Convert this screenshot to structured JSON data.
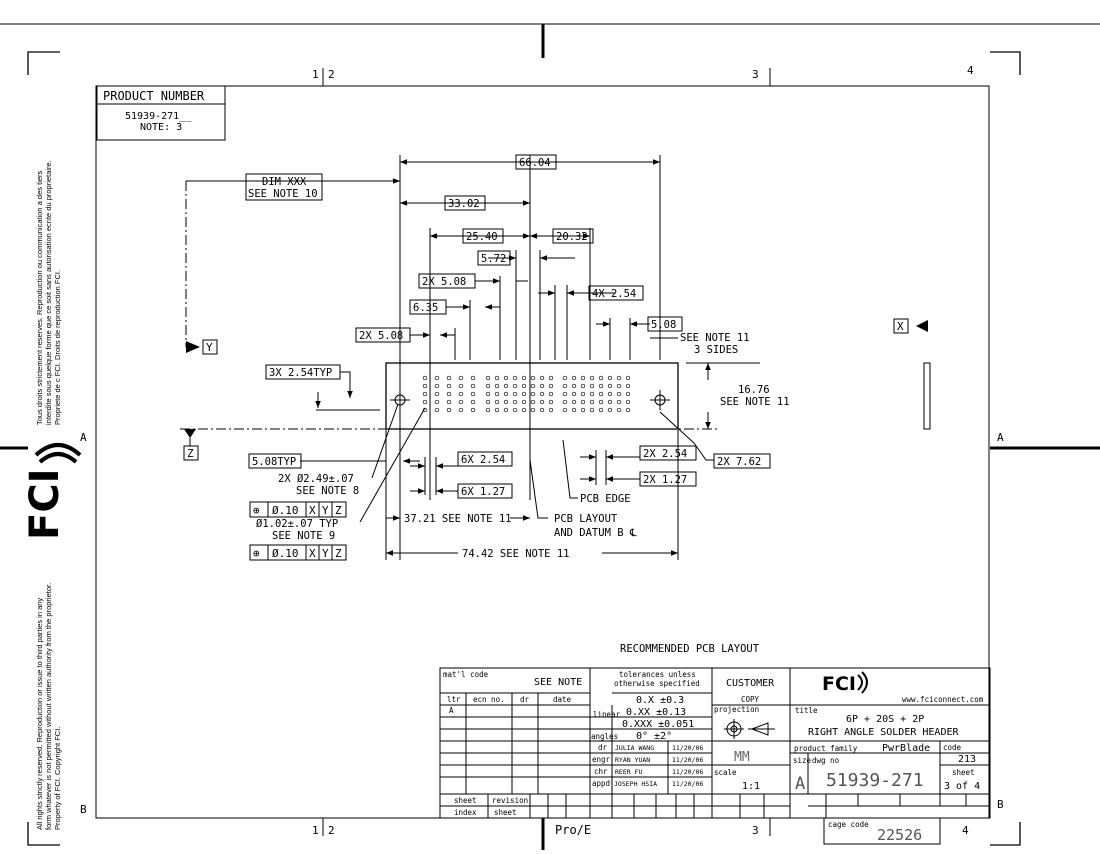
{
  "zones": {
    "top": [
      "1",
      "2",
      "3",
      "4"
    ],
    "bottom": [
      "1",
      "2",
      "Pro/E",
      "3",
      "4"
    ],
    "left": [
      "A",
      "B"
    ],
    "right": [
      "A",
      "B"
    ]
  },
  "side_text": {
    "upper": [
      "Tous droits strictement reserves.  Reproduction ou communication a des tiers",
      "interdite sous quelque forme que ce soit sans autorisation ecrite du proprietaire.",
      "Propriete de c FCI.  Droits de reproduction FCI."
    ],
    "lower": [
      "All rights strictly reserved.  Reproduction or issue to third parties in any",
      "form whatever is not permitted without written authority from the proprietor.",
      "Property of FCI.  Copyright FCI."
    ],
    "logo": "FCI"
  },
  "product_number": {
    "header": "PRODUCT NUMBER",
    "value": "51939-271__",
    "note": "NOTE: 3"
  },
  "dims": {
    "d66": "66.04",
    "d33": "33.02",
    "d25": "25.40",
    "d20": "20.32",
    "d572": "5.72",
    "d2x508a": "2X 5.08",
    "d4x254": "4X 2.54",
    "d635": "6.35",
    "d508r": "5.08",
    "d2x508b": "2X 5.08",
    "d3x254": "3X 2.54TYP",
    "d1676": "16.76",
    "d508typ": "5.08TYP",
    "d6x254": "6X 2.54",
    "d6x127": "6X 1.27",
    "d2x254": "2X 2.54",
    "d2x127": "2X 1.27",
    "d2x762": "2X 7.62",
    "d3721": "37.21 SEE NOTE 11",
    "d7442": "74.42 SEE NOTE 11"
  },
  "notes": {
    "dimxxx_1": "DIM XXX",
    "dimxxx_2": "SEE NOTE 10",
    "note11_1": "SEE NOTE 11",
    "note11_2": "3 SIDES",
    "note11_3": "SEE NOTE 11",
    "hole1_1": "2X Ø2.49±.07",
    "hole1_2": "SEE NOTE 8",
    "hole2_1": "Ø1.02±.07 TYP",
    "hole2_2": "SEE NOTE 9",
    "pcb_edge": "PCB EDGE",
    "pcb_layout_1": "PCB LAYOUT",
    "pcb_layout_2": "AND DATUM B ℄",
    "recommended": "RECOMMENDED PCB LAYOUT"
  },
  "datums": {
    "y": "Y",
    "z": "Z",
    "x": "X"
  },
  "fcf": {
    "symbol": "⊕",
    "tol": "Ø.10",
    "a": "X",
    "b": "Y",
    "c": "Z"
  },
  "title_block": {
    "matl_code": "mat'l code",
    "see_note": "SEE NOTE",
    "tol_1": "tolerances unless",
    "tol_2": "otherwise specified",
    "ltr": "ltr",
    "ecn_no": "ecn no.",
    "dr_h": "dr",
    "date_h": "date",
    "rev_a": "A",
    "linear": "linear",
    "tol_x": "0.X ±0.3",
    "tol_xx": "0.XX ±0.13",
    "tol_xxx": "0.XXX ±0.051",
    "angles": "angles",
    "tol_ang": "0° ±2°",
    "roles": [
      "dr",
      "engr",
      "chr",
      "appd"
    ],
    "names": [
      "JULIA WANG",
      "RYAN YUAN",
      "REER FU",
      "JOSEPH HSIA"
    ],
    "dates": [
      "11/20/06",
      "11/20/06",
      "11/20/06",
      "11/20/06"
    ],
    "customer": "CUSTOMER",
    "copy": "COPY",
    "projection": "projection",
    "units": "MM",
    "scale_label": "scale",
    "scale": "1:1",
    "website": "www.fciconnect.com",
    "title_label": "title",
    "title_1": "6P + 20S + 2P",
    "title_2": "RIGHT ANGLE SOLDER HEADER",
    "product_family_label": "product family",
    "product_family": "PwrBlade",
    "code_label": "code",
    "code": "213",
    "size_label": "size",
    "size": "A",
    "dwg_no_label": "dwg no",
    "dwg_no": "51939-271",
    "sheet_label": "sheet",
    "sheet_value": "3 of 4",
    "sheet_h": "sheet",
    "revision_h": "revision",
    "index_h": "index",
    "sheet_h2": "sheet",
    "cage_code_label": "cage code",
    "cage_code": "22526"
  }
}
